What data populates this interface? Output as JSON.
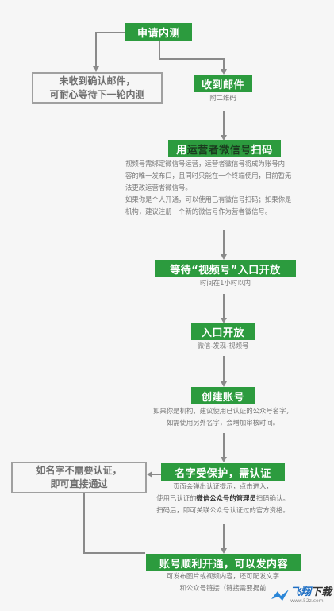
{
  "nodes": {
    "apply": "申请内测",
    "not_received_1": "未收到确认邮件，",
    "not_received_2": "可耐心等待下一轮内测",
    "received_email": "收到邮件",
    "attached_qr": "附二维码",
    "scan_prefix": "用",
    "scan_operator": "运营者微信号",
    "scan_suffix": "扫码",
    "scan_desc": [
      "视频号需绑定微信号运营，运营者微信号将成为账号内",
      "容的唯一发布口，且同时只能在一个终端使用，目前暂无",
      "法更改运营者微信号。",
      "如果你是个人开通，可以使用已有微信号扫码；如果你是",
      "机构，建议注册一个新的微信号作为营者微信号。"
    ],
    "wait_entry": "等待“视频号”入口开放",
    "wait_time": "时间在1小时以内",
    "entry_open": "入口开放",
    "entry_path": "微信-发现-视频号",
    "create_account": "创建账号",
    "create_desc": [
      "如果你是机构，建议使用已认证的公众号名字，",
      "如需使用另外名字，会增加审核时间。"
    ],
    "no_cert_1": "如名字不需要认证，",
    "no_cert_2": "即可直接通过",
    "name_protected": "名字受保护，需认证",
    "protected_desc_1": "页面会弹出认证提示，点击进入，",
    "protected_desc_2a": "使用已认证的",
    "protected_desc_2b": "微信公众号的管理员",
    "protected_desc_2c": "扫码确认。",
    "protected_desc_3": "扫码后，即可关联公众号认证过的官方资格。",
    "opened": "账号顺利开通，可以发内容",
    "opened_desc_1": "可发布图片或视频内容，还可配发文字",
    "opened_desc_2": "和公众号链接（链接需要提前"
  },
  "watermark": {
    "text_a": "飞翔",
    "text_b": "下载",
    "url": "www.52z.com"
  },
  "colors": {
    "green": "#2c9b3e",
    "gray_border": "#a0a0a0",
    "line": "#8a8a8a"
  }
}
